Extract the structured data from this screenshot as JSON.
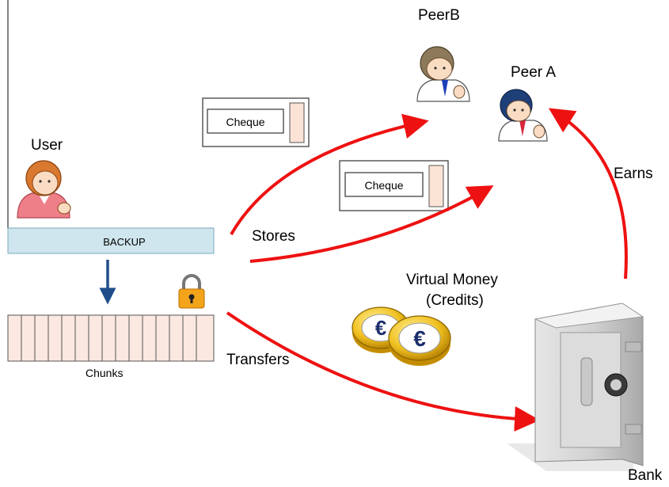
{
  "labels": {
    "peer_b": "PeerB",
    "peer_a": "Peer A",
    "user": "User",
    "backup": "BACKUP",
    "chunks": "Chunks",
    "stores": "Stores",
    "transfers": "Transfers",
    "earns": "Earns",
    "virtual_money": "Virtual Money",
    "credits": "(Credits)",
    "bank": "Bank"
  },
  "cheques": [
    {
      "label": "Cheque"
    },
    {
      "label": "Cheque"
    }
  ],
  "colors": {
    "arrow": "#ee1111",
    "backup_bar": "#cfe6ee",
    "chunk_fill": "#fbe8e0",
    "down_arrow": "#1f4e8a"
  },
  "icons": [
    "user-icon",
    "peer-b-icon",
    "peer-a-icon",
    "lock-icon",
    "euro-coin-icon",
    "bank-vault-icon"
  ]
}
